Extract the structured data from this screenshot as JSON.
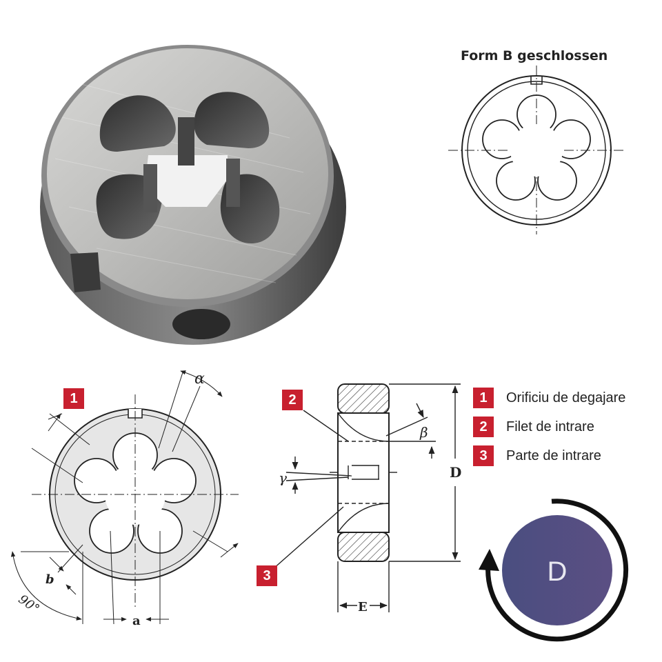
{
  "form_title": "Form B geschlossen",
  "angle_labels": {
    "alpha": "α",
    "beta": "β",
    "gamma": "γ",
    "ninety": "90°"
  },
  "dim_labels": {
    "a": "a",
    "b": "b",
    "D": "D",
    "E": "E"
  },
  "legend": [
    {
      "number": "1",
      "label": "Orificiu de degajare"
    },
    {
      "number": "2",
      "label": "Filet de intrare"
    },
    {
      "number": "3",
      "label": "Parte de intrare"
    }
  ],
  "rotation_icon_letter": "D",
  "colors": {
    "badge": "#c8202f",
    "disk_left": "#4a4e80",
    "disk_right": "#5b4f83",
    "arrow": "#111111"
  }
}
